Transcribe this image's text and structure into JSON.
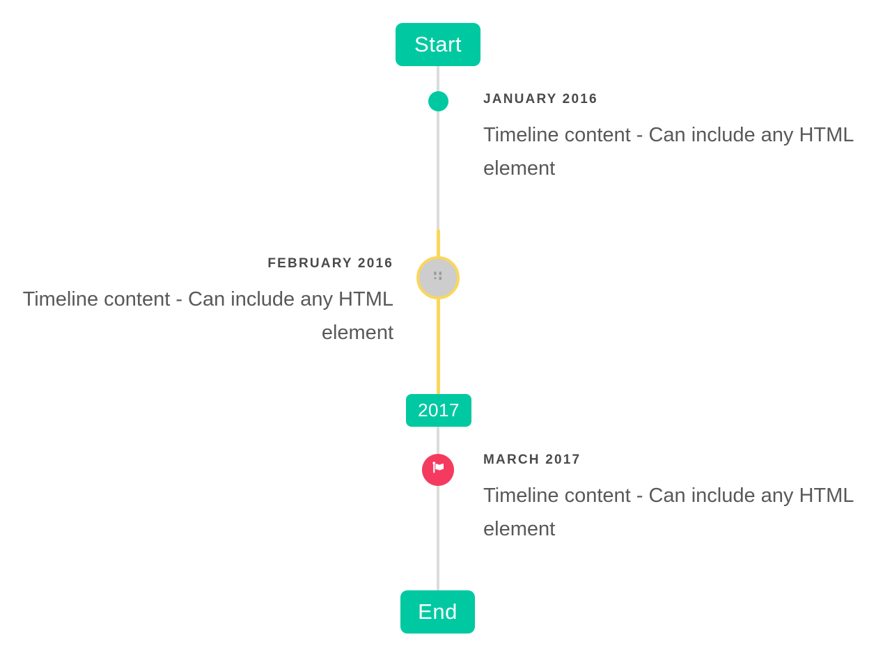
{
  "palette": {
    "teal": "#00c9a2",
    "yellow": "#fbd65c",
    "red_pink": "#f43b5f",
    "line_gray": "#dcdcdc",
    "marker_gray_fill": "#cdcdcd",
    "date_text": "#4a4a4a",
    "content_text": "#585858",
    "background": "#ffffff"
  },
  "timeline": {
    "start_label": "Start",
    "end_label": "End",
    "year_badge_label": "2017",
    "events": [
      {
        "date": "JANUARY 2016",
        "content": "Timeline content - Can include any HTML element",
        "side": "right",
        "marker": "teal-dot"
      },
      {
        "date": "FEBRUARY 2016",
        "content": "Timeline content - Can include any HTML element",
        "side": "left",
        "marker": "broken-image-in-yellow-ring"
      },
      {
        "date": "MARCH 2017",
        "content": "Timeline content - Can include any HTML element",
        "side": "right",
        "marker": "flag-in-red-circle"
      }
    ]
  },
  "icons": {
    "flag": "flag-icon",
    "broken_image": "broken-image-icon"
  }
}
